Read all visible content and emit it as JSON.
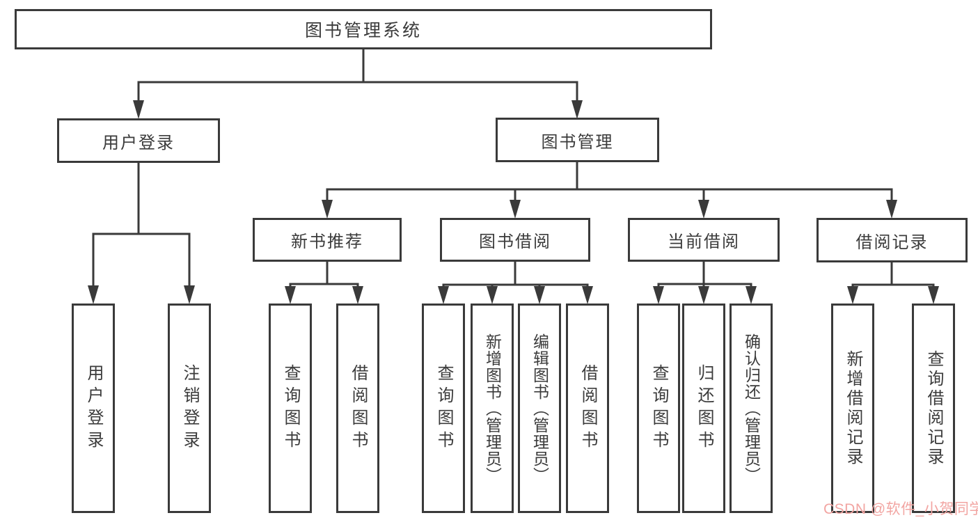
{
  "tree": {
    "root": {
      "label": "图书管理系统"
    },
    "children": [
      {
        "label": "用户登录",
        "children": [
          {
            "label": "用户登录"
          },
          {
            "label": "注销登录"
          }
        ]
      },
      {
        "label": "图书管理",
        "children": [
          {
            "label": "新书推荐",
            "children": [
              {
                "label": "查询图书"
              },
              {
                "label": "借阅图书"
              }
            ]
          },
          {
            "label": "图书借阅",
            "children": [
              {
                "label": "查询图书"
              },
              {
                "label": "新增图书（管理员）"
              },
              {
                "label": "编辑图书（管理员）"
              },
              {
                "label": "借阅图书"
              }
            ]
          },
          {
            "label": "当前借阅",
            "children": [
              {
                "label": "查询图书"
              },
              {
                "label": "归还图书"
              },
              {
                "label": "确认归还（管理员）"
              }
            ]
          },
          {
            "label": "借阅记录",
            "children": [
              {
                "label": "新增借阅记录"
              },
              {
                "label": "查询借阅记录"
              }
            ]
          }
        ]
      }
    ]
  },
  "watermark": {
    "text": "CSDN @软件_小贺同学",
    "color": "#f2a5a2"
  },
  "colors": {
    "line": "#3a3a3a",
    "text": "#3b3b3b",
    "background": "#ffffff"
  }
}
